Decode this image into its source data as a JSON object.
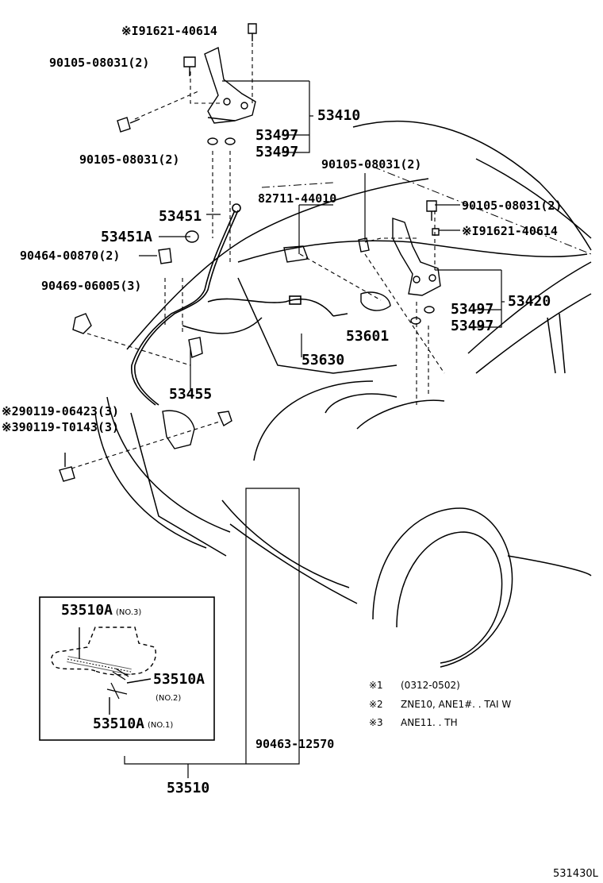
{
  "labels": {
    "p91621_top": "※I91621-40614",
    "p90105_a": "90105-08031(2)",
    "p90105_b": "90105-08031(2)",
    "p53410": "53410",
    "p53497_a": "53497",
    "p53497_b": "53497",
    "p90105_c": "90105-08031(2)",
    "p82711": "82711-44010",
    "p90105_d": "90105-08031(2)",
    "p91621_right": "※I91621-40614",
    "p53451": "53451",
    "p53451A": "53451A",
    "p90464": "90464-00870(2)",
    "p90469": "90469-06005(3)",
    "p53420": "53420",
    "p53497_c": "53497",
    "p53497_d": "53497",
    "p53601": "53601",
    "p53630": "53630",
    "p53455": "53455",
    "p90119_a": "※290119-06423(3)",
    "p90119_b": "※390119-T0143(3)",
    "p53510A_no3": "53510A",
    "p53510A_no3_sub": "(NO.3)",
    "p53510A_no2": "53510A",
    "p53510A_no2_sub": "(NO.2)",
    "p53510A_no1": "53510A",
    "p53510A_no1_sub": "(NO.1)",
    "p90463": "90463-12570",
    "p53510": "53510",
    "drawing_code": "531430L"
  },
  "notes": [
    {
      "key": "※1",
      "text": "(0312-0502)"
    },
    {
      "key": "※2",
      "text": "ZNE10, ANE1#. . TAI W"
    },
    {
      "key": "※3",
      "text": "ANE11. . TH"
    }
  ]
}
